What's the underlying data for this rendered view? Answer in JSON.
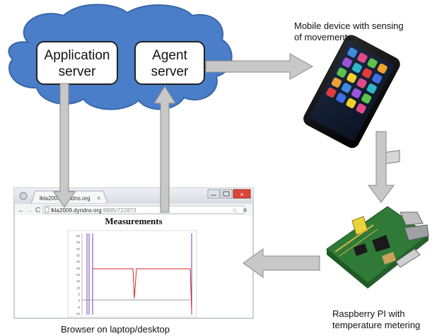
{
  "cloud": {
    "application_server": [
      "Application",
      "server"
    ],
    "agent_server": [
      "Agent",
      "server"
    ]
  },
  "mobile": {
    "caption_lines": [
      "Mobile device with sensing",
      "of movements."
    ]
  },
  "raspberry": {
    "caption_lines": [
      "Raspberry PI with",
      "temperature metering"
    ]
  },
  "browser": {
    "caption": "Browser on laptop/desktop",
    "tab_title": "lkla2009.dyndns.org",
    "url_host": "lkla2009.dyndns.org",
    "url_path": ":8895/722873",
    "page_title": "Measurements",
    "y_ticks": [
      "50",
      "45",
      "40",
      "35",
      "30",
      "25",
      "20",
      "15",
      "10",
      "5",
      "0",
      "-5",
      "-10"
    ]
  },
  "colors": {
    "cloud_fill": "#4a7ec9",
    "arrow_fill": "#c8c8c8",
    "arrow_stroke": "#8a8a8a",
    "series_red": "#d9252a",
    "series_purple": "#6a3fb8"
  }
}
